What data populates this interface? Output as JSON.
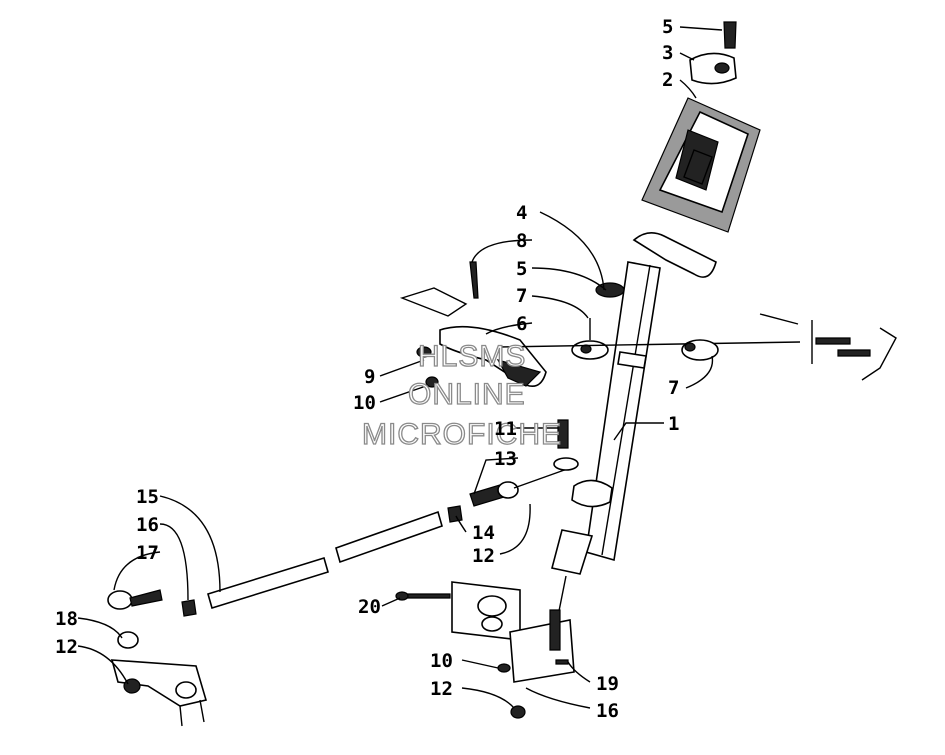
{
  "watermark": {
    "line1": "HLSMS",
    "line2": "ONLINE",
    "line3": "MICROFICHE"
  },
  "callouts": [
    {
      "id": "c-5-top",
      "label": "5"
    },
    {
      "id": "c-3",
      "label": "3"
    },
    {
      "id": "c-2",
      "label": "2"
    },
    {
      "id": "c-4",
      "label": "4"
    },
    {
      "id": "c-8-upper",
      "label": "8"
    },
    {
      "id": "c-5-mid",
      "label": "5"
    },
    {
      "id": "c-7-upper",
      "label": "7"
    },
    {
      "id": "c-6",
      "label": "6"
    },
    {
      "id": "c-9",
      "label": "9"
    },
    {
      "id": "c-10-mid",
      "label": "10"
    },
    {
      "id": "c-7-right",
      "label": "7"
    },
    {
      "id": "c-1",
      "label": "1"
    },
    {
      "id": "c-11",
      "label": "11"
    },
    {
      "id": "c-13",
      "label": "13"
    },
    {
      "id": "c-15",
      "label": "15"
    },
    {
      "id": "c-16-left",
      "label": "16"
    },
    {
      "id": "c-14",
      "label": "14"
    },
    {
      "id": "c-17",
      "label": "17"
    },
    {
      "id": "c-12-mid",
      "label": "12"
    },
    {
      "id": "c-20",
      "label": "20"
    },
    {
      "id": "c-18",
      "label": "18"
    },
    {
      "id": "c-12-left",
      "label": "12"
    },
    {
      "id": "c-10-bottom",
      "label": "10"
    },
    {
      "id": "c-19",
      "label": "19"
    },
    {
      "id": "c-12-bottom",
      "label": "12"
    },
    {
      "id": "c-16-bottom",
      "label": "16"
    }
  ]
}
